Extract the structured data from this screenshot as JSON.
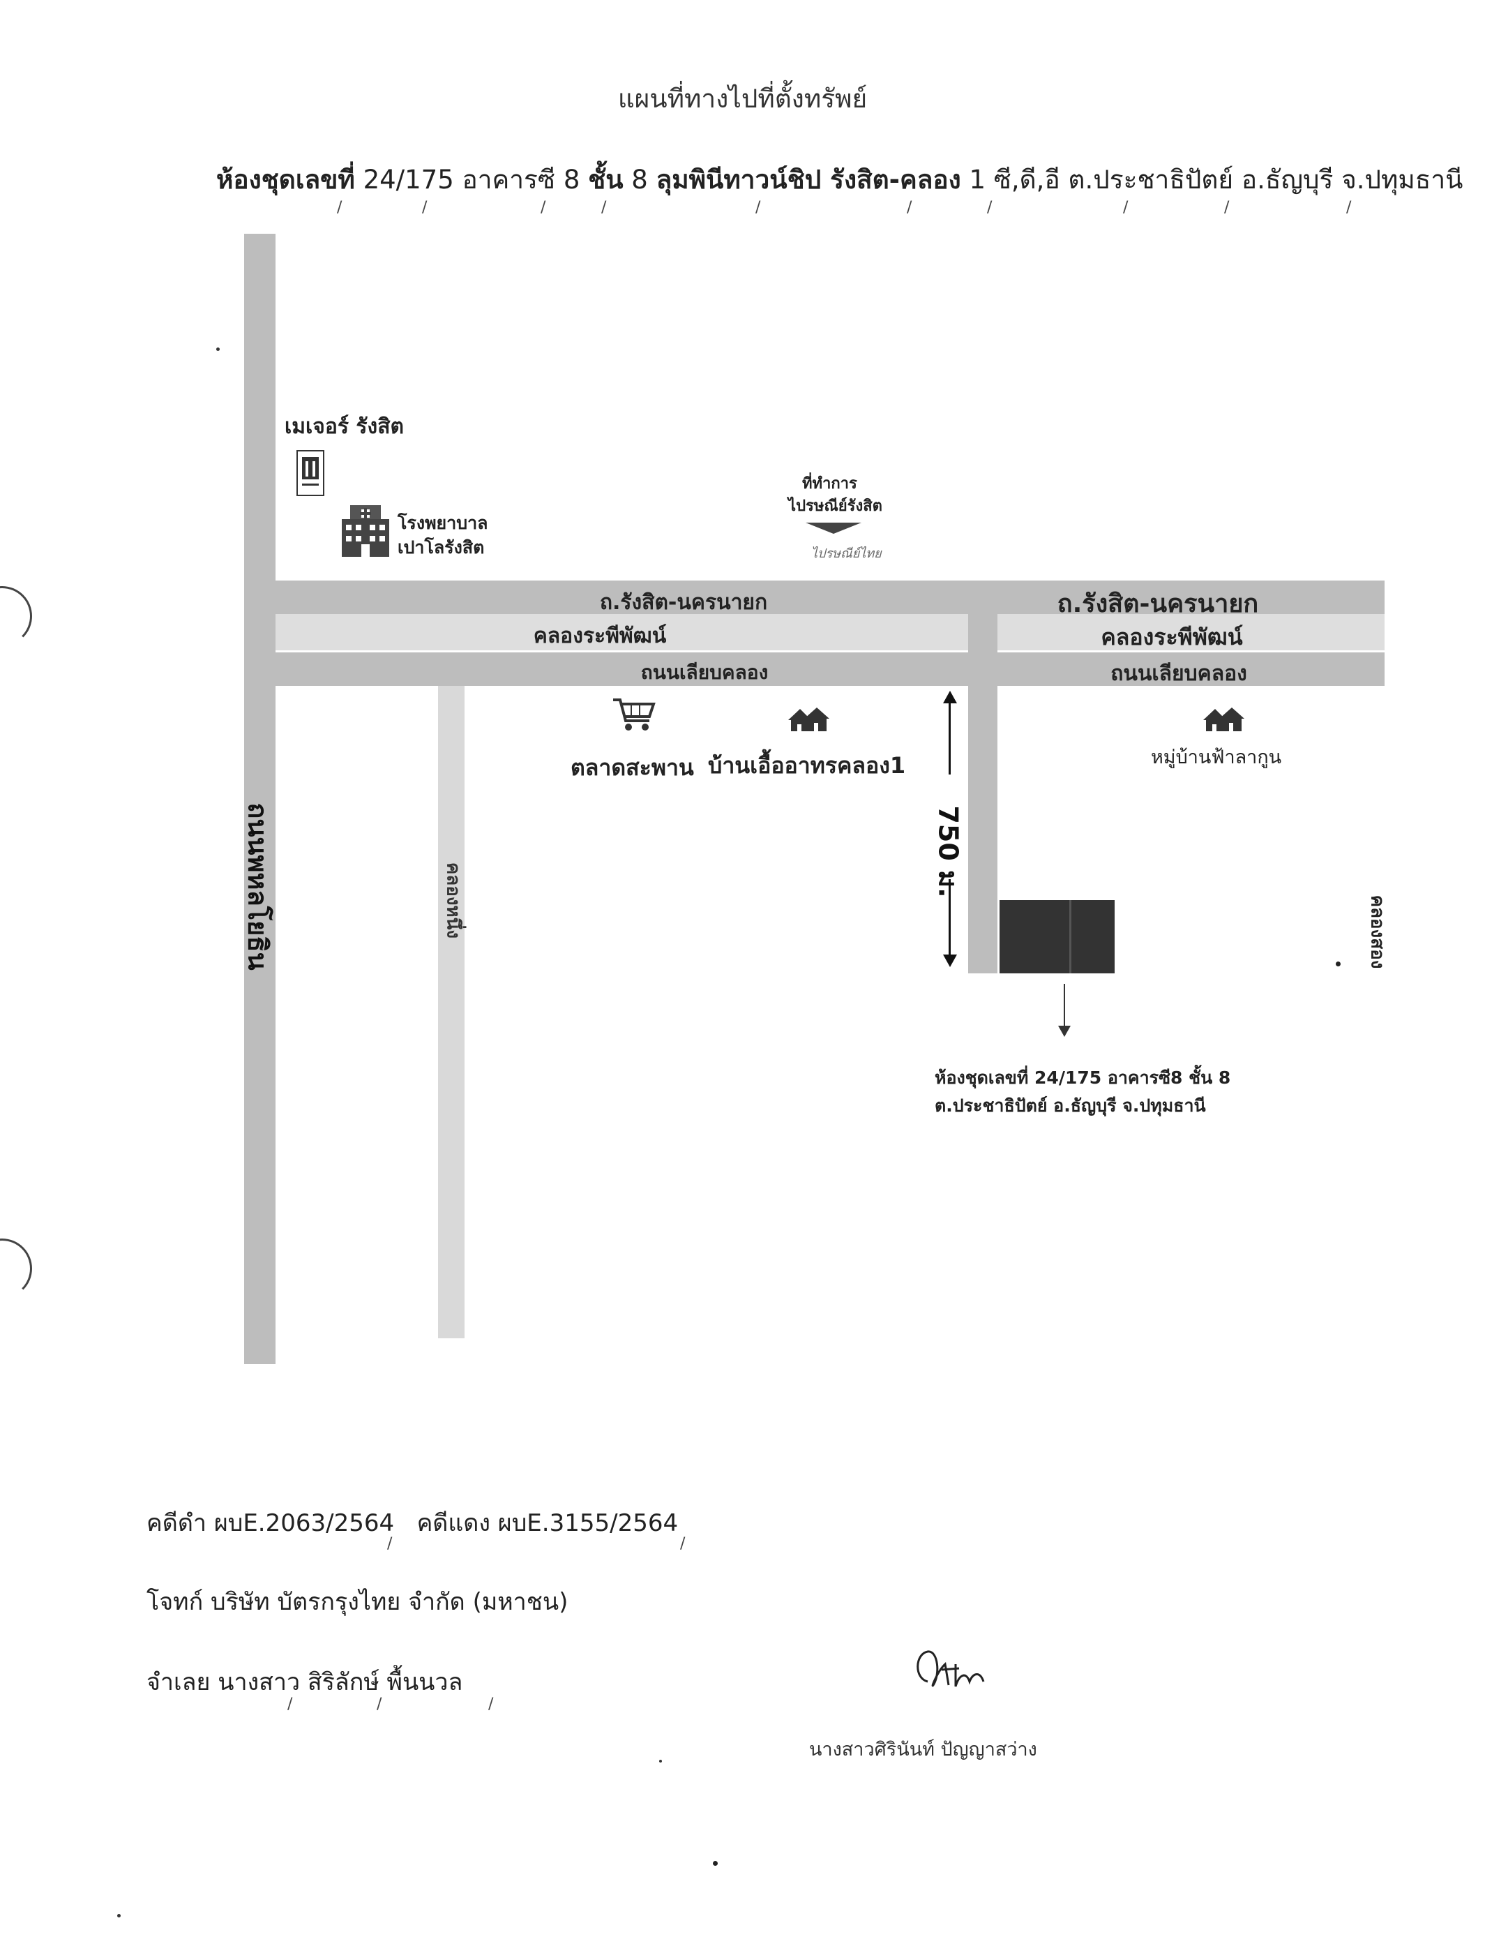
{
  "header": {
    "title": "แผนที่ทางไปที่ตั้งทรัพย์",
    "property_line_bold_1": "ห้องชุดเลขที่",
    "property_unit": "24/175",
    "property_line_2": "อาคารซี",
    "property_bld_num": "8",
    "property_line_3": "ชั้น",
    "property_floor": "8",
    "property_project": "ลุมพินีทาวน์ชิป รังสิต-คลอง",
    "property_project_num": "1",
    "property_rest": "ซี,ดี,อี ต.ประชาธิปัตย์ อ.ธัญบุรี จ.ปทุมธานี"
  },
  "map": {
    "roads": {
      "phahon_yothin": "ถนนพหลโยธิน",
      "rangsit_nakhon_nayok_left": "ถ.รังสิต-นครนายก",
      "rangsit_nakhon_nayok_right": "ถ.รังสิต-นครนายก",
      "khlong_rapiphat_left": "คลองระพีพัฒน์",
      "khlong_rapiphat_right": "คลองระพีพัฒน์",
      "riab_khlong_left": "ถนนเลียบคลอง",
      "riab_khlong_right": "ถนนเลียบคลอง",
      "khlong_nueng": "คลองหนึ่ง",
      "khlong_song": "คลองสอง"
    },
    "poi": {
      "major_rangsit": "เมเจอร์ รังสิต",
      "hospital_line1": "โรงพยาบาล",
      "hospital_line2": "เปาโลรังสิต",
      "post_office_line1": "ที่ทำการ",
      "post_office_line2": "ไปรษณีย์รังสิต",
      "post_logo_text": "ไปรษณีย์ไทย",
      "market": "ตลาดสะพาน",
      "baan_ua": "บ้านเอื้ออาทรคลอง1",
      "moo_baan": "หมู่บ้านฟ้าลากูน"
    },
    "distance_label": "750 ม.",
    "property_label_line1": "ห้องชุดเลขที่ 24/175 อาคารซี8 ชั้น 8",
    "property_label_line2": "ต.ประชาธิปัตย์ อ.ธัญบุรี จ.ปทุมธานี"
  },
  "footer": {
    "case_black_label": "คดีดำ",
    "case_black_no": "ผบE.2063/2564",
    "case_red_label": "คดีแดง",
    "case_red_no": "ผบE.3155/2564",
    "plaintiff": "โจทก์ บริษัท บัตรกรุงไทย จำกัด (มหาชน)",
    "defendant": "จำเลย นางสาว สิริลักษ์ พื้นนวล",
    "signer_name": "นางสาวศิรินันท์ ปัญญาสว่าง"
  },
  "colors": {
    "road": "#c9c9c9",
    "building": "#333333",
    "text": "#222222"
  }
}
